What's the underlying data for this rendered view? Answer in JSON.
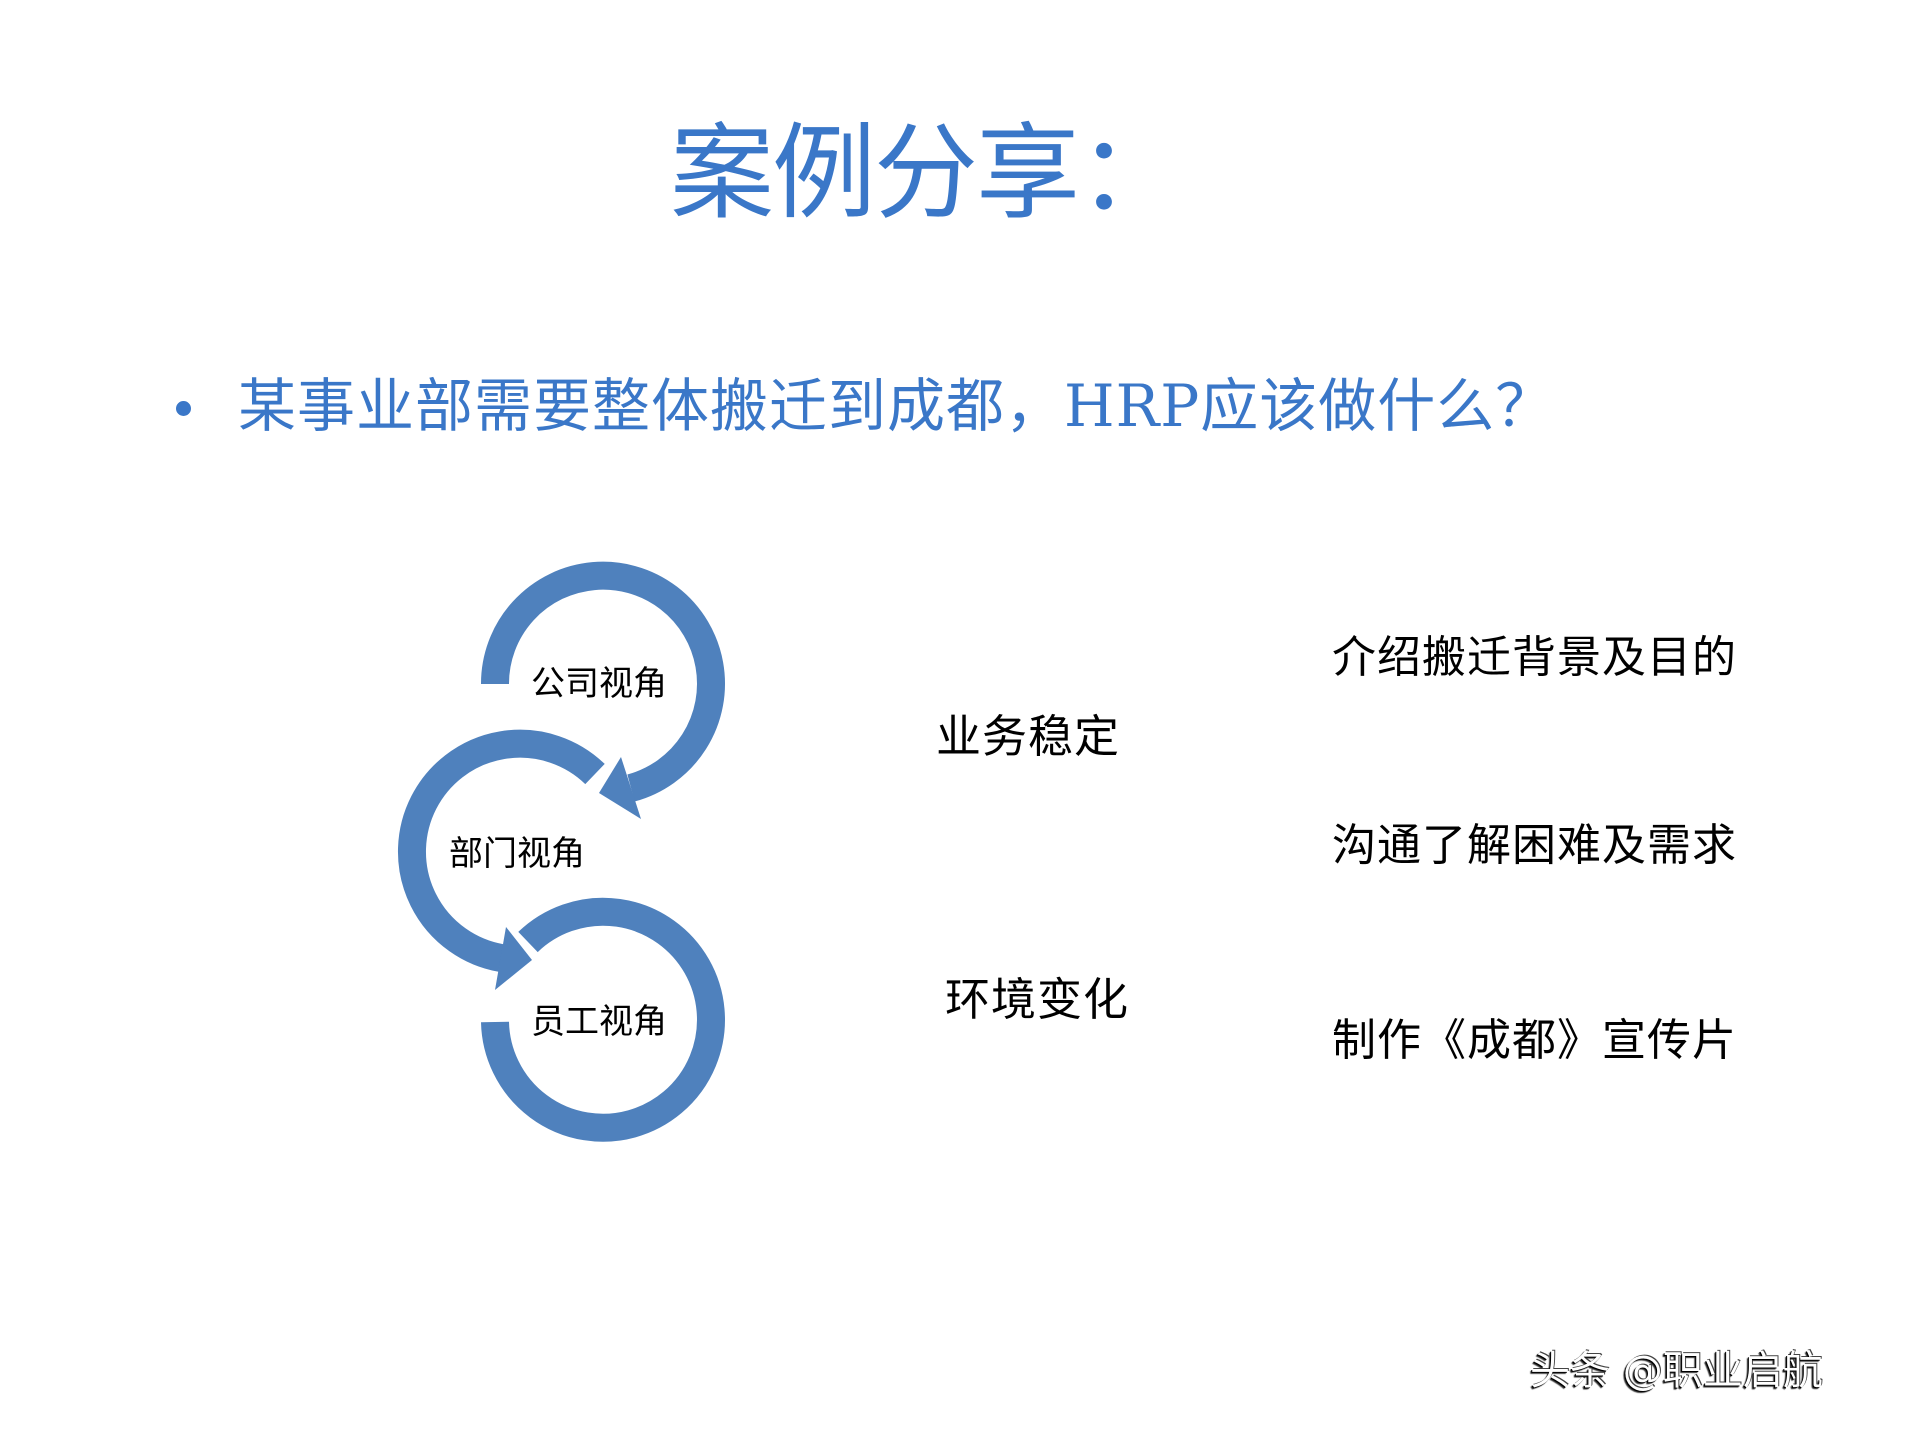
{
  "slide": {
    "title": "案例分享：",
    "bullet": "某事业部需要整体搬迁到成都，HRP应该做什么？",
    "colors": {
      "title": "#3a77c8",
      "bullet": "#3a77c8",
      "arrows": "#4f81bd",
      "text": "#000000",
      "background": "#ffffff"
    }
  },
  "diagram": {
    "nodes": [
      {
        "label": "公司视角"
      },
      {
        "label": "部门视角"
      },
      {
        "label": "员工视角"
      }
    ],
    "outcomes": [
      {
        "label": "业务稳定"
      },
      {
        "label": "环境变化"
      }
    ],
    "actions": [
      {
        "label": "介绍搬迁背景及目的"
      },
      {
        "label": "沟通了解困难及需求"
      },
      {
        "label": "制作《成都》宣传片"
      }
    ]
  },
  "watermark": {
    "text": "头条 @职业启航"
  }
}
